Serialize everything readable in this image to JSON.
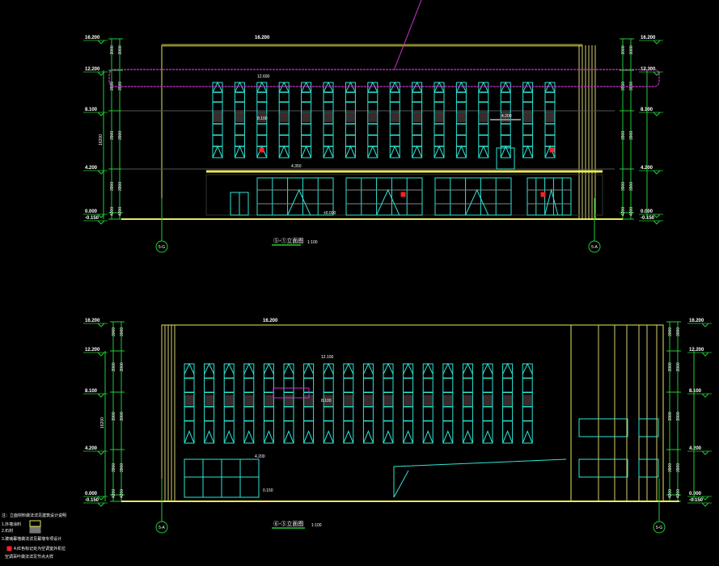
{
  "colors": {
    "background": "#000000",
    "outline": "#e8e85a",
    "window": "#2ee6d6",
    "grid": "#22cc33",
    "revision": "#cc33cc",
    "marker": "#ff2020",
    "hidden": "#555555"
  },
  "top_elevation": {
    "title": "⑤-①立面图",
    "scale": "1:100",
    "grid_left": "5-G",
    "grid_right": "5-A",
    "levels": [
      "16.200",
      "12.200",
      "8.100",
      "4.200",
      "0.000",
      "-0.150"
    ],
    "top_label": "16.200",
    "notes": [
      "12.600",
      "8.100",
      "4.350",
      "4.200",
      "±0.000"
    ],
    "dims": [
      "3000",
      "3900",
      "3900",
      "3900",
      "4200",
      "300"
    ],
    "total_dim": "16200",
    "window_columns": 16
  },
  "bottom_elevation": {
    "title": "⑥-⑤立面图",
    "scale": "1:100",
    "grid_left": "5-A",
    "grid_right": "5-G",
    "levels": [
      "16.200",
      "12.200",
      "8.100",
      "4.200",
      "0.000",
      "-0.150"
    ],
    "top_label": "16.200",
    "notes": [
      "12.100",
      "8.100",
      "4.200",
      "0.150"
    ],
    "dims": [
      "3000",
      "3900",
      "3900",
      "3900",
      "4200",
      "300"
    ],
    "total_dim": "16200",
    "window_columns": 18
  },
  "legend": {
    "heading": "注：立面材料做法详见建筑设计说明",
    "items": [
      "1.外墙涂料",
      "2.石材",
      "3.玻璃幕墙做法详见幕墙专项设计",
      "4.红色标记处为空调室外机位",
      "空调百叶做法详见节点大样"
    ]
  }
}
